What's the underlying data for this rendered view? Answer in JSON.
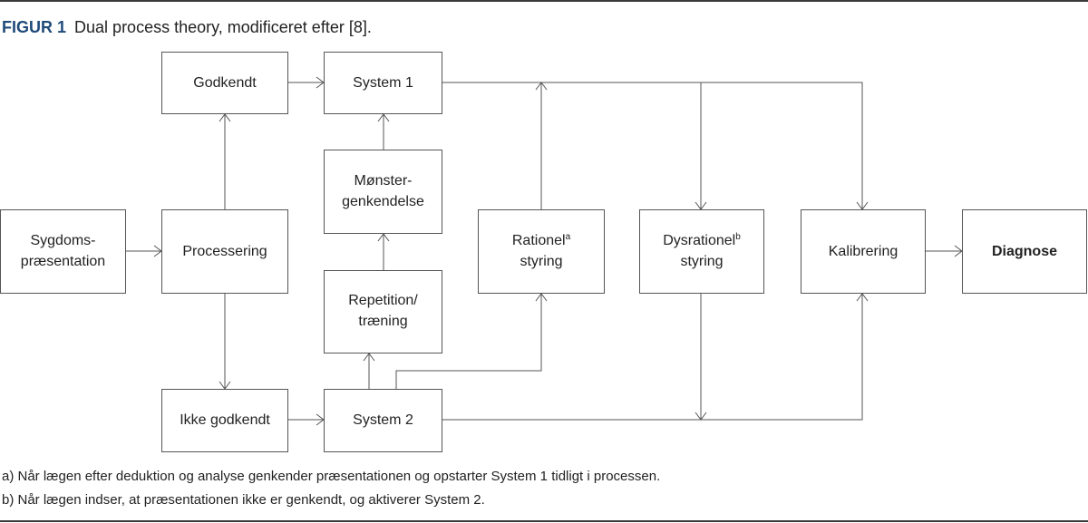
{
  "caption": {
    "label": "FIGUR 1",
    "text": "Dual process theory, modificeret efter [8]."
  },
  "nodes": {
    "sygdoms": {
      "line1": "Sygdoms-",
      "line2": "præsentation"
    },
    "processering": {
      "line1": "Processering"
    },
    "godkendt": {
      "line1": "Godkendt"
    },
    "ikke_godkendt": {
      "line1": "Ikke godkendt"
    },
    "system1": {
      "line1": "System 1"
    },
    "system2": {
      "line1": "System 2"
    },
    "monster": {
      "line1": "Mønster-",
      "line2": "genkendelse"
    },
    "repetition": {
      "line1": "Repetition/",
      "line2": "træning"
    },
    "rationel": {
      "line1": "Rationel",
      "sup": "a",
      "line2": "styring"
    },
    "dysrationel": {
      "line1": "Dysrationel",
      "sup": "b",
      "line2": "styring"
    },
    "kalibrering": {
      "line1": "Kalibrering"
    },
    "diagnose": {
      "line1": "Diagnose"
    }
  },
  "footnotes": {
    "a": "a) Når lægen efter deduktion og analyse genkender præsentationen og opstarter System 1 tidligt i processen.",
    "b": "b) Når lægen indser, at præsentationen ikke er genkendt, og aktiverer System 2."
  },
  "colors": {
    "caption_label": "#1f4a7a",
    "line": "#555555",
    "rule": "#3a3a3a"
  }
}
